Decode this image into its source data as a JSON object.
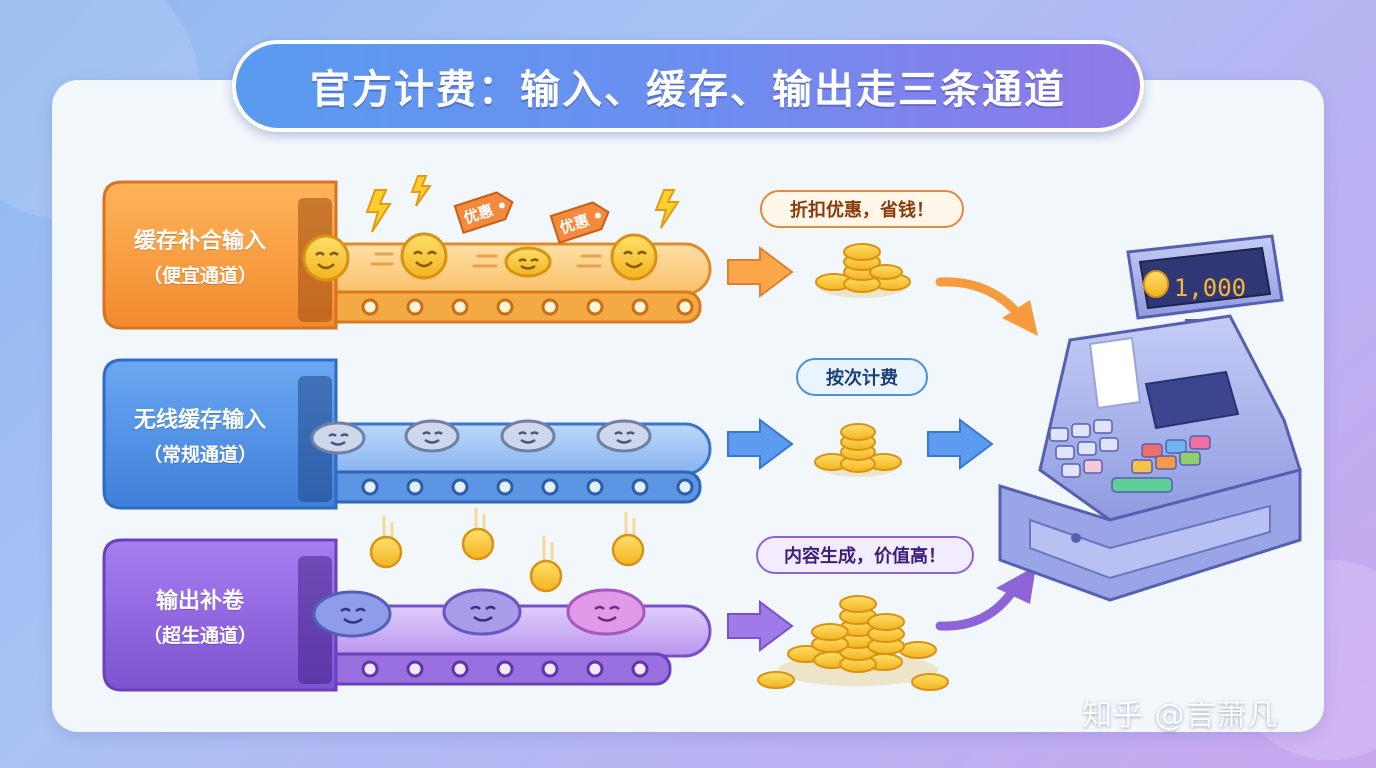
{
  "title": "官方计费：输入、缓存、输出走三条通道",
  "lanes": [
    {
      "label": "缓存补合输入",
      "sublabel": "（便宜通道）",
      "color": "#f49a3a"
    },
    {
      "label": "无线缓存输入",
      "sublabel": "（常规通道）",
      "color": "#4f90e6"
    },
    {
      "label": "输出补卷",
      "sublabel": "（超生通道）",
      "color": "#8b5fd6"
    }
  ],
  "bubbles": {
    "cache": "折扣优惠，省钱！",
    "input": "按次计费",
    "output": "内容生成，价值高！"
  },
  "tags": [
    "优惠",
    "优惠"
  ],
  "register_display": "1,000",
  "watermark": "知乎 @言萧凡"
}
